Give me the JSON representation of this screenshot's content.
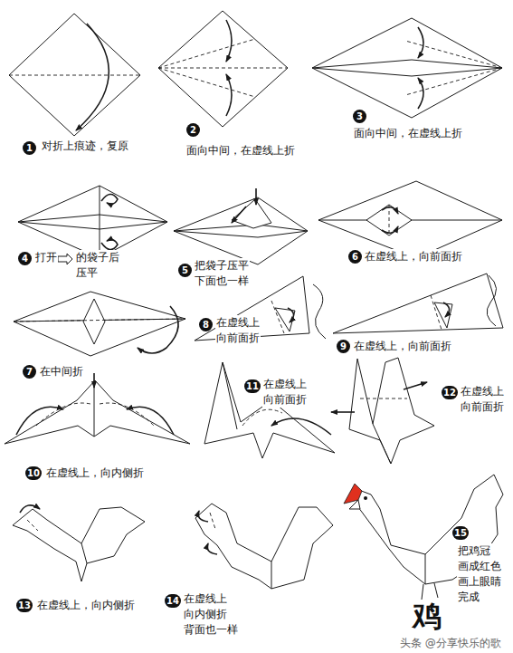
{
  "diagram": {
    "title": "鸡",
    "labels": [
      "1",
      "对折上痕迹，复原",
      "2",
      "面向中间，在虚线上折",
      "3",
      "面向中间，在虚线上折",
      "4",
      "打开",
      "的袋子后 压平",
      "5",
      "把袋子压平 下面也一样",
      "6",
      "在虚线上，向前面折",
      "7",
      "在中间折",
      "8",
      "在虚线上 向前面折",
      "9",
      "在虚线上，向前面折",
      "10",
      "在虚线上，向内侧折",
      "11",
      "在虚线上 向前面折",
      "12",
      "在虚线上 向前面折",
      "13",
      "在虚线上，向内侧折",
      "14",
      "在虚线上 向内侧折 背面也一样",
      "15",
      "把鸡冠 画成红色 画上眼睛 完成",
      "头条 @分享快乐的歌"
    ]
  }
}
